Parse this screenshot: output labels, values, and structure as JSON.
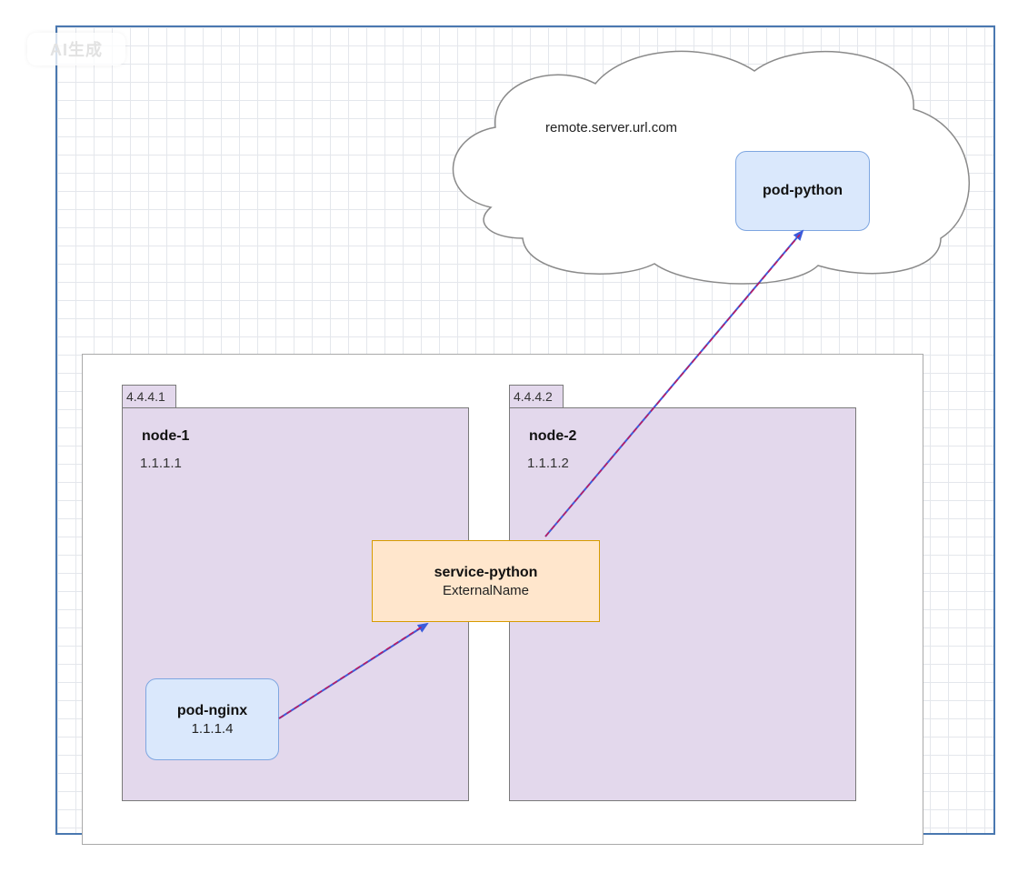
{
  "watermark": "AI生成",
  "cloud": {
    "label": "remote.server.url.com"
  },
  "nodes": [
    {
      "tab": "4.4.4.1",
      "title": "node-1",
      "ip": "1.1.1.1"
    },
    {
      "tab": "4.4.4.2",
      "title": "node-2",
      "ip": "1.1.1.2"
    }
  ],
  "pods": {
    "nginx": {
      "name": "pod-nginx",
      "ip": "1.1.1.4"
    },
    "python": {
      "name": "pod-python"
    }
  },
  "service": {
    "name": "service-python",
    "type": "ExternalName"
  },
  "colors": {
    "node_fill": "#e3d8ec",
    "pod_fill": "#dae8fc",
    "service_fill": "#ffe6cc",
    "arrow_blue": "#3b5bdb",
    "arrow_red": "#c2185b"
  }
}
